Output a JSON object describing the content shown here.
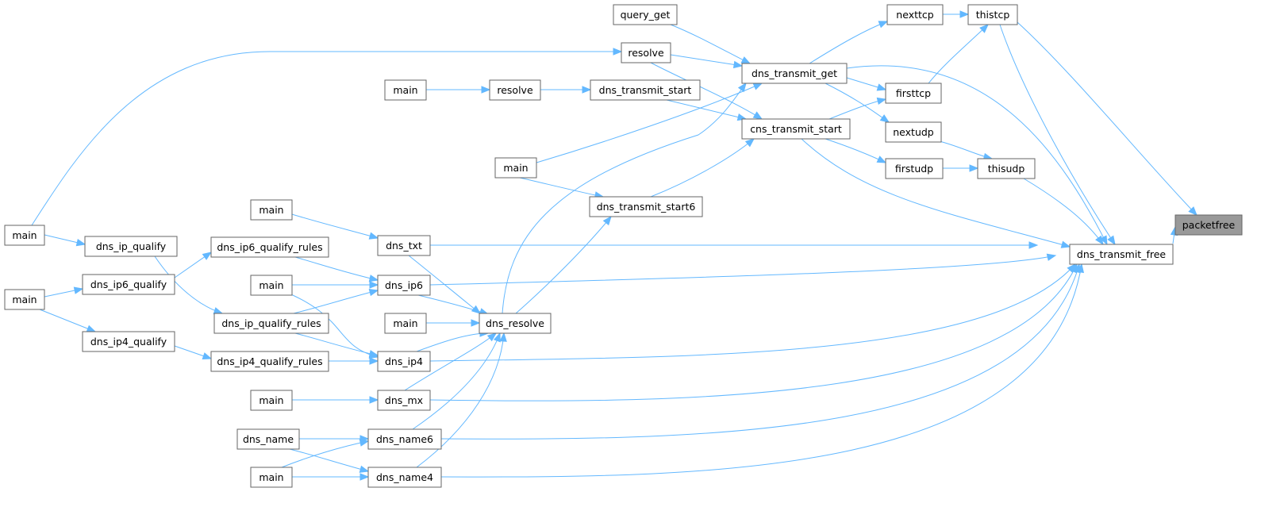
{
  "colors": {
    "edge": "#63b8ff",
    "node_border": "#666666",
    "node_fill": "#ffffff",
    "highlight_fill": "#999999"
  },
  "nodes": [
    {
      "id": "packetfree",
      "label": "packetfree",
      "highlight": true
    },
    {
      "id": "dns_transmit_free",
      "label": "dns_transmit_free"
    },
    {
      "id": "thistcp",
      "label": "thistcp"
    },
    {
      "id": "nexttcp",
      "label": "nexttcp"
    },
    {
      "id": "firsttcp",
      "label": "firsttcp"
    },
    {
      "id": "nextudp",
      "label": "nextudp"
    },
    {
      "id": "thisudp",
      "label": "thisudp"
    },
    {
      "id": "firstudp",
      "label": "firstudp"
    },
    {
      "id": "dns_transmit_get",
      "label": "dns_transmit_get"
    },
    {
      "id": "cns_transmit_start",
      "label": "cns_transmit_start"
    },
    {
      "id": "query_get",
      "label": "query_get"
    },
    {
      "id": "resolve_top",
      "label": "resolve"
    },
    {
      "id": "resolve_mid",
      "label": "resolve"
    },
    {
      "id": "dns_transmit_start",
      "label": "dns_transmit_start"
    },
    {
      "id": "main_resolve",
      "label": "main"
    },
    {
      "id": "main_mid",
      "label": "main"
    },
    {
      "id": "dns_transmit_start6",
      "label": "dns_transmit_start6"
    },
    {
      "id": "main_left1",
      "label": "main"
    },
    {
      "id": "dns_ip_qualify",
      "label": "dns_ip_qualify"
    },
    {
      "id": "dns_ip6_qualify",
      "label": "dns_ip6_qualify"
    },
    {
      "id": "main_left2",
      "label": "main"
    },
    {
      "id": "dns_ip4_qualify",
      "label": "dns_ip4_qualify"
    },
    {
      "id": "main_txt",
      "label": "main"
    },
    {
      "id": "dns_ip6_qualify_rules",
      "label": "dns_ip6_qualify_rules"
    },
    {
      "id": "main_ip6",
      "label": "main"
    },
    {
      "id": "dns_ip_qualify_rules",
      "label": "dns_ip_qualify_rules"
    },
    {
      "id": "dns_ip4_qualify_rules",
      "label": "dns_ip4_qualify_rules"
    },
    {
      "id": "main_mx",
      "label": "main"
    },
    {
      "id": "dns_name_leaf",
      "label": "dns_name"
    },
    {
      "id": "main_name4",
      "label": "main"
    },
    {
      "id": "dns_txt",
      "label": "dns_txt"
    },
    {
      "id": "dns_ip6",
      "label": "dns_ip6"
    },
    {
      "id": "main_resolve2",
      "label": "main"
    },
    {
      "id": "dns_ip4",
      "label": "dns_ip4"
    },
    {
      "id": "dns_mx",
      "label": "dns_mx"
    },
    {
      "id": "dns_name6",
      "label": "dns_name6"
    },
    {
      "id": "dns_name4",
      "label": "dns_name4"
    },
    {
      "id": "dns_resolve",
      "label": "dns_resolve"
    }
  ],
  "edges": [
    {
      "from": "dns_transmit_free",
      "to": "packetfree"
    },
    {
      "from": "thistcp",
      "to": "packetfree"
    },
    {
      "from": "thistcp",
      "to": "dns_transmit_free"
    },
    {
      "from": "nexttcp",
      "to": "thistcp"
    },
    {
      "from": "firsttcp",
      "to": "thistcp"
    },
    {
      "from": "thisudp",
      "to": "dns_transmit_free"
    },
    {
      "from": "nextudp",
      "to": "thisudp"
    },
    {
      "from": "firstudp",
      "to": "thisudp"
    },
    {
      "from": "dns_transmit_get",
      "to": "nexttcp"
    },
    {
      "from": "dns_transmit_get",
      "to": "firsttcp"
    },
    {
      "from": "dns_transmit_get",
      "to": "nextudp"
    },
    {
      "from": "dns_transmit_get",
      "to": "dns_transmit_free"
    },
    {
      "from": "cns_transmit_start",
      "to": "firsttcp"
    },
    {
      "from": "cns_transmit_start",
      "to": "firstudp"
    },
    {
      "from": "cns_transmit_start",
      "to": "dns_transmit_free"
    },
    {
      "from": "query_get",
      "to": "dns_transmit_get"
    },
    {
      "from": "resolve_top",
      "to": "dns_transmit_get"
    },
    {
      "from": "resolve_top",
      "to": "cns_transmit_start"
    },
    {
      "from": "dns_transmit_start",
      "to": "cns_transmit_start"
    },
    {
      "from": "resolve_mid",
      "to": "dns_transmit_start"
    },
    {
      "from": "main_resolve",
      "to": "resolve_mid"
    },
    {
      "from": "main_mid",
      "to": "dns_transmit_get"
    },
    {
      "from": "main_mid",
      "to": "dns_transmit_start6"
    },
    {
      "from": "dns_transmit_start6",
      "to": "cns_transmit_start"
    },
    {
      "from": "main_left1",
      "to": "resolve_top"
    },
    {
      "from": "main_left1",
      "to": "dns_ip_qualify"
    },
    {
      "from": "dns_ip6_qualify",
      "to": "dns_ip6_qualify_rules"
    },
    {
      "from": "main_left2",
      "to": "dns_ip6_qualify"
    },
    {
      "from": "main_left2",
      "to": "dns_ip4_qualify"
    },
    {
      "from": "dns_ip4_qualify",
      "to": "dns_ip4_qualify_rules"
    },
    {
      "from": "dns_ip_qualify",
      "to": "dns_ip_qualify_rules"
    },
    {
      "from": "main_txt",
      "to": "dns_txt"
    },
    {
      "from": "dns_ip6_qualify_rules",
      "to": "dns_ip6"
    },
    {
      "from": "main_ip6",
      "to": "dns_ip6"
    },
    {
      "from": "main_ip6",
      "to": "dns_ip4"
    },
    {
      "from": "dns_ip_qualify_rules",
      "to": "dns_ip6"
    },
    {
      "from": "dns_ip_qualify_rules",
      "to": "dns_ip4"
    },
    {
      "from": "dns_ip4_qualify_rules",
      "to": "dns_ip4"
    },
    {
      "from": "main_mx",
      "to": "dns_mx"
    },
    {
      "from": "dns_name_leaf",
      "to": "dns_name6"
    },
    {
      "from": "dns_name_leaf",
      "to": "dns_name4"
    },
    {
      "from": "main_name4",
      "to": "dns_name6"
    },
    {
      "from": "main_name4",
      "to": "dns_name4"
    },
    {
      "from": "main_resolve2",
      "to": "dns_resolve"
    },
    {
      "from": "dns_txt",
      "to": "dns_resolve"
    },
    {
      "from": "dns_txt",
      "to": "dns_transmit_free"
    },
    {
      "from": "dns_ip6",
      "to": "dns_resolve"
    },
    {
      "from": "dns_ip6",
      "to": "dns_transmit_free"
    },
    {
      "from": "dns_ip4",
      "to": "dns_resolve"
    },
    {
      "from": "dns_ip4",
      "to": "dns_transmit_free"
    },
    {
      "from": "dns_mx",
      "to": "dns_resolve"
    },
    {
      "from": "dns_mx",
      "to": "dns_transmit_free"
    },
    {
      "from": "dns_name6",
      "to": "dns_resolve"
    },
    {
      "from": "dns_name6",
      "to": "dns_transmit_free"
    },
    {
      "from": "dns_name4",
      "to": "dns_resolve"
    },
    {
      "from": "dns_name4",
      "to": "dns_transmit_free"
    },
    {
      "from": "dns_resolve",
      "to": "dns_transmit_get"
    },
    {
      "from": "dns_resolve",
      "to": "dns_transmit_start6"
    }
  ]
}
